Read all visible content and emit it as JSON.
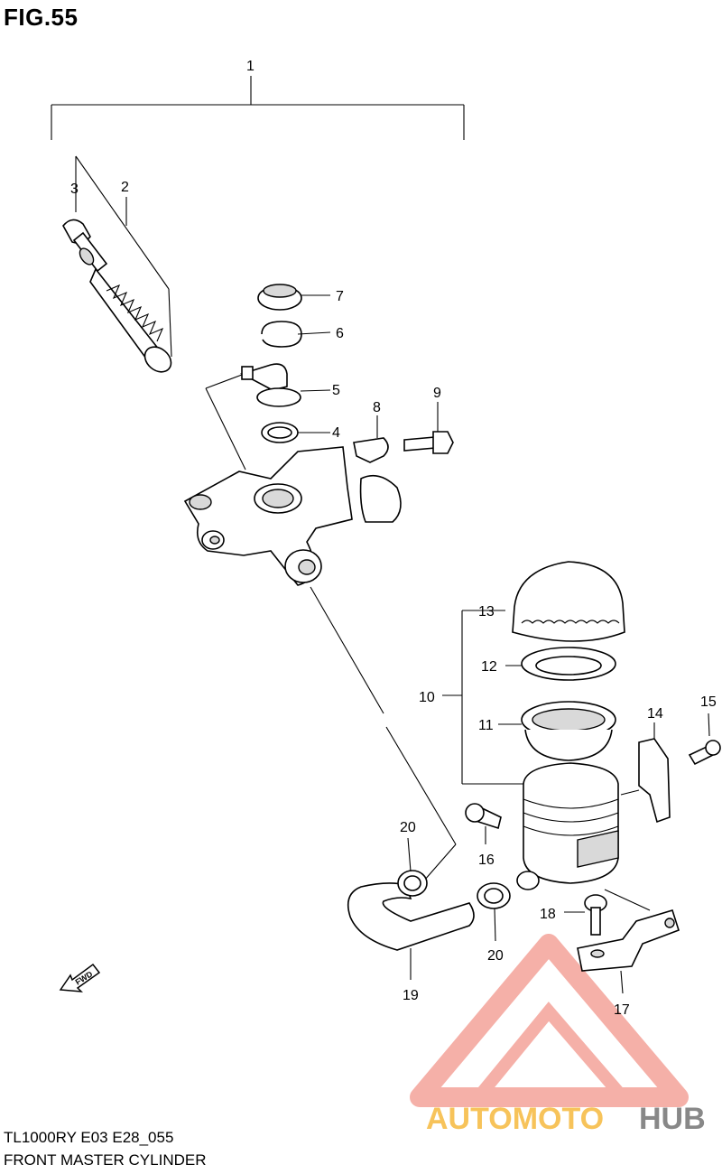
{
  "figure": {
    "title": "FIG.55"
  },
  "footer": {
    "model_code": "TL1000RY E03 E28_055",
    "section_name": "FRONT MASTER CYLINDER"
  },
  "callouts": [
    "1",
    "2",
    "3",
    "4",
    "5",
    "6",
    "7",
    "8",
    "9",
    "10",
    "11",
    "12",
    "13",
    "14",
    "15",
    "16",
    "17",
    "18",
    "19",
    "20",
    "20"
  ],
  "fwd_label": "FWD",
  "watermark": {
    "part1": "AUTOMOTO",
    "part2": "HUB",
    "color_primary": "#f4877c",
    "color_secondary": "#f7c35a",
    "color_text": "#888888"
  }
}
